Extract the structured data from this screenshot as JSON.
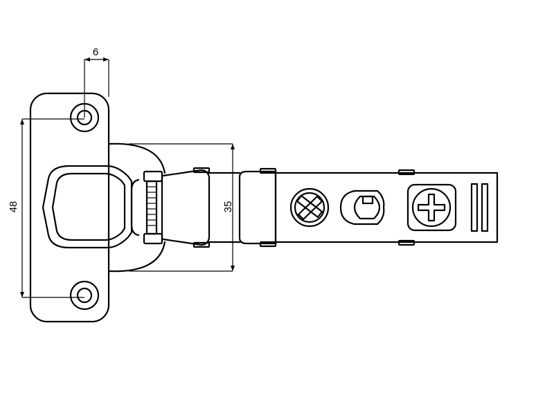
{
  "drawing": {
    "dimensions": {
      "width_label": "6",
      "height_label": "48",
      "cup_label": "35"
    },
    "colors": {
      "stroke": "#000000",
      "background": "#ffffff"
    }
  }
}
